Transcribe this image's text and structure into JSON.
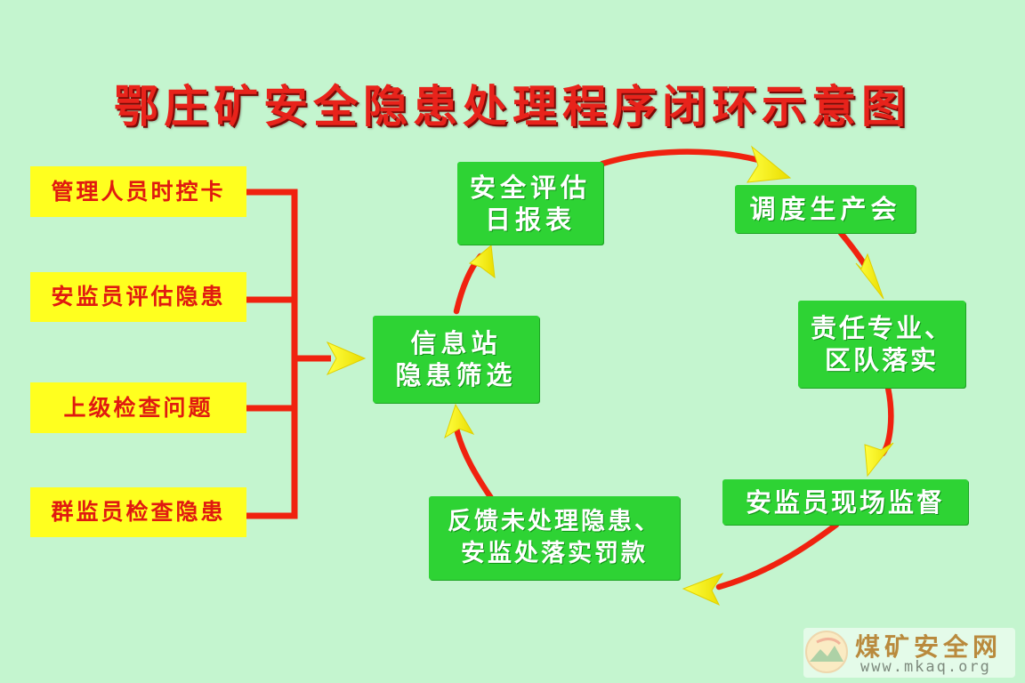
{
  "title": "鄂庄矿安全隐患处理程序闭环示意图",
  "inputs": [
    "管理人员时控卡",
    "安监员评估隐患",
    "上级检查问题",
    "群监员检查隐患"
  ],
  "cycle": {
    "info_station": "信息站\n隐患筛选",
    "daily_report": "安全评估\n日报表",
    "dispatch_meeting": "调度生产会",
    "responsibility": "责任专业、\n区队落实",
    "site_supervision": "安监员现场监督",
    "feedback": "反馈未处理隐患、\n安监处落实罚款"
  },
  "watermark": {
    "site_name": "煤矿安全网",
    "url": "www.mkaq.org"
  },
  "colors": {
    "background": "#c4f5cf",
    "title": "#e8231b",
    "line": "#f0220f",
    "arrowhead": "#ffff1f",
    "box_yellow": "#ffff1f",
    "box_green": "#2ed334"
  }
}
